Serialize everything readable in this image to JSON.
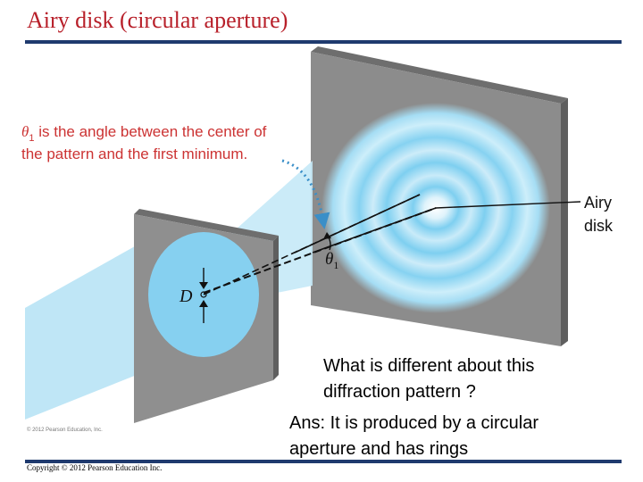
{
  "header": {
    "title": "Airy disk (circular aperture)"
  },
  "figure": {
    "theta_note_line1": "is the angle between the center of",
    "theta_note_symbol": "θ",
    "theta_note_subscript": "1",
    "theta_note_line2": "the pattern and the first minimum.",
    "airy_label_line1": "Airy",
    "airy_label_line2": "disk",
    "angle_symbol": "θ",
    "angle_subscript": "1",
    "aperture_label": "D",
    "figure_copyright": "© 2012 Pearson Education, Inc."
  },
  "notes": {
    "question_line1": "What is different about this",
    "question_line2": "diffraction pattern ?",
    "answer_line1": "Ans: It is produced by a circular",
    "answer_line2": "aperture and has rings"
  },
  "footer": {
    "copyright": "Copyright © 2012 Pearson Education Inc."
  },
  "colors": {
    "title": "#b8202a",
    "rule": "#1f3a6e",
    "screen": "#8c8c8c",
    "beam": "#bfe6f6",
    "ring": "#6cc7ec",
    "annotation": "#cc3333"
  }
}
